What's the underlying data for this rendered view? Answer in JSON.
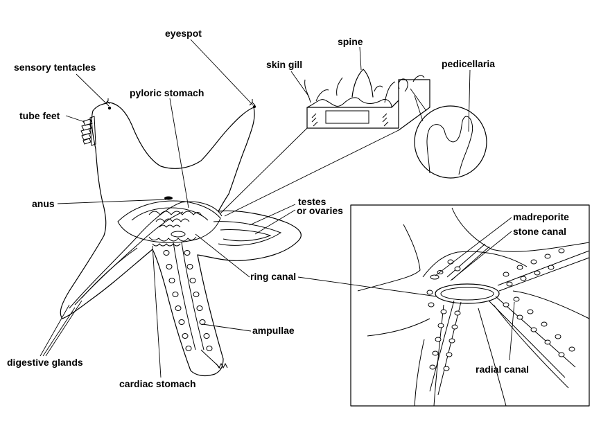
{
  "labels": {
    "eyespot": "eyespot",
    "sensory_tentacles": "sensory tentacles",
    "pyloric_stomach": "pyloric stomach",
    "tube_feet": "tube feet",
    "spine": "spine",
    "skin_gill": "skin gill",
    "pedicellaria": "pedicellaria",
    "anus": "anus",
    "testes": "testes",
    "or_ovaries": "or ovaries",
    "madreporite": "madreporite",
    "stone_canal": "stone canal",
    "ring_canal": "ring canal",
    "ampullae": "ampullae",
    "radial_canal": "radial canal",
    "digestive_glands": "digestive glands",
    "cardiac_stomach": "cardiac stomach"
  },
  "colors": {
    "ink": "#000000",
    "paper": "#ffffff"
  }
}
